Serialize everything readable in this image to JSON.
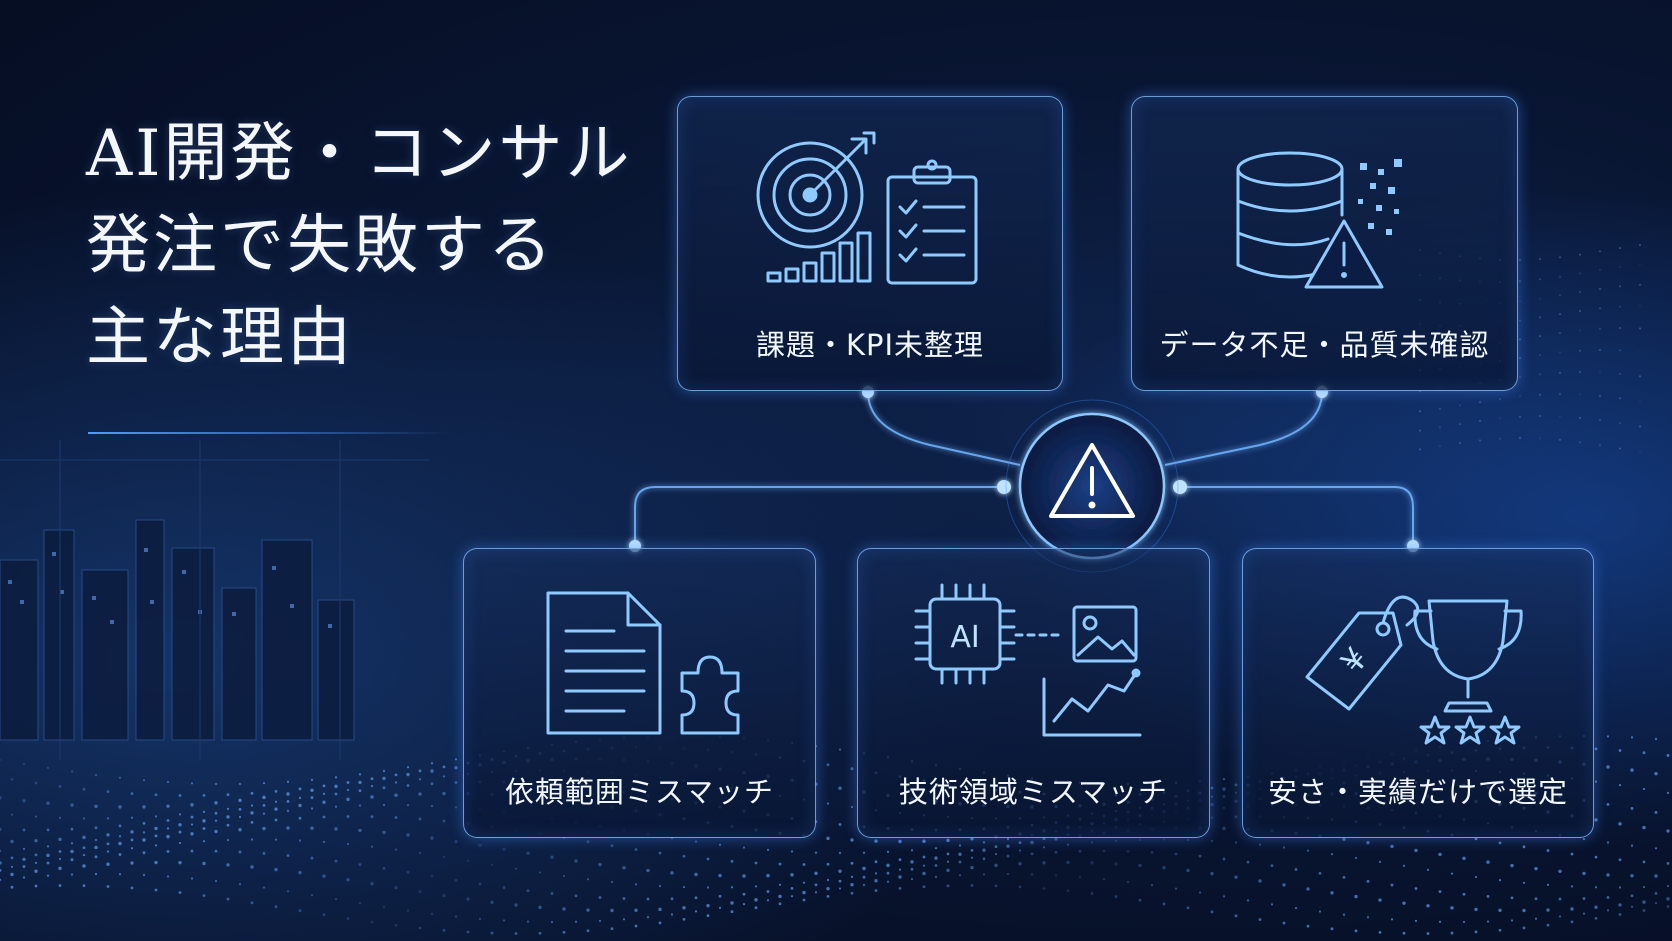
{
  "title": {
    "lines": [
      "AI開発・コンサル",
      "発注で失敗する",
      "主な理由"
    ]
  },
  "center_icon": "warning-icon",
  "cards": [
    {
      "label": "課題・KPI未整理",
      "icons": [
        "target-arrow-icon",
        "bar-growth-icon",
        "clipboard-checklist-icon"
      ]
    },
    {
      "label": "データ不足・品質未確認",
      "icons": [
        "database-icon",
        "warning-icon",
        "data-dots-icon"
      ]
    },
    {
      "label": "依頼範囲ミスマッチ",
      "icons": [
        "document-icon",
        "puzzle-piece-icon"
      ]
    },
    {
      "label": "技術領域ミスマッチ",
      "icon_text": "AI",
      "icons": [
        "ai-chip-icon",
        "image-icon",
        "line-chart-icon"
      ]
    },
    {
      "label": "安さ・実績だけで選定",
      "icon_text": "¥",
      "icons": [
        "price-tag-icon",
        "trophy-icon",
        "star-icon"
      ]
    }
  ],
  "colors": {
    "accent": "#7fc4ff",
    "line": "#6fb4ff",
    "background": "#071229"
  }
}
